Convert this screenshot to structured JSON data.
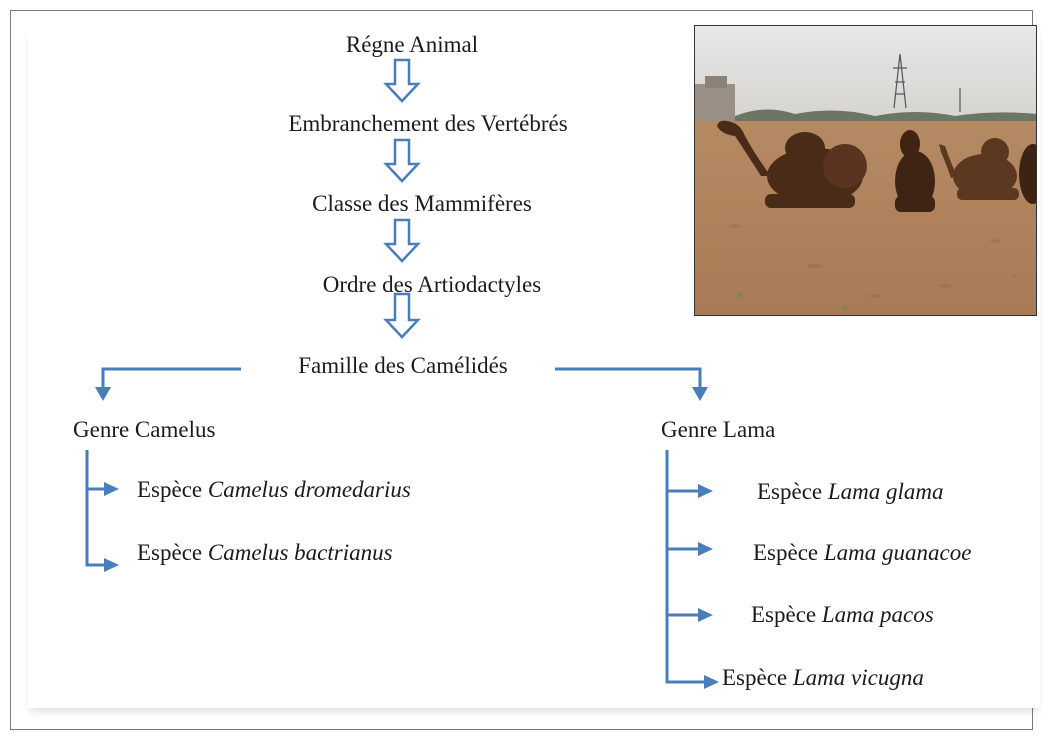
{
  "hierarchy": {
    "kingdom": "Régne Animal",
    "phylum": "Embranchement des Vertébrés",
    "class": "Classe des Mammifères",
    "order": "Ordre des Artiodactyles",
    "family": "Famille des Camélidés"
  },
  "genus_camelus": {
    "label": "Genre Camelus",
    "species": [
      {
        "prefix": "Espèce",
        "name": "Camelus dromedarius"
      },
      {
        "prefix": "Espèce",
        "name": "Camelus bactrianus"
      }
    ]
  },
  "genus_lama": {
    "label": "Genre Lama",
    "species": [
      {
        "prefix": "Espèce",
        "name": "Lama glama"
      },
      {
        "prefix": "Espèce",
        "name": "Lama guanacoe"
      },
      {
        "prefix": "Espèce",
        "name": "Lama pacos"
      },
      {
        "prefix": "Espèce",
        "name": "Lama vicugna"
      }
    ]
  },
  "colors": {
    "arrow": "#4a7ebb",
    "text": "#1b1b1b"
  }
}
